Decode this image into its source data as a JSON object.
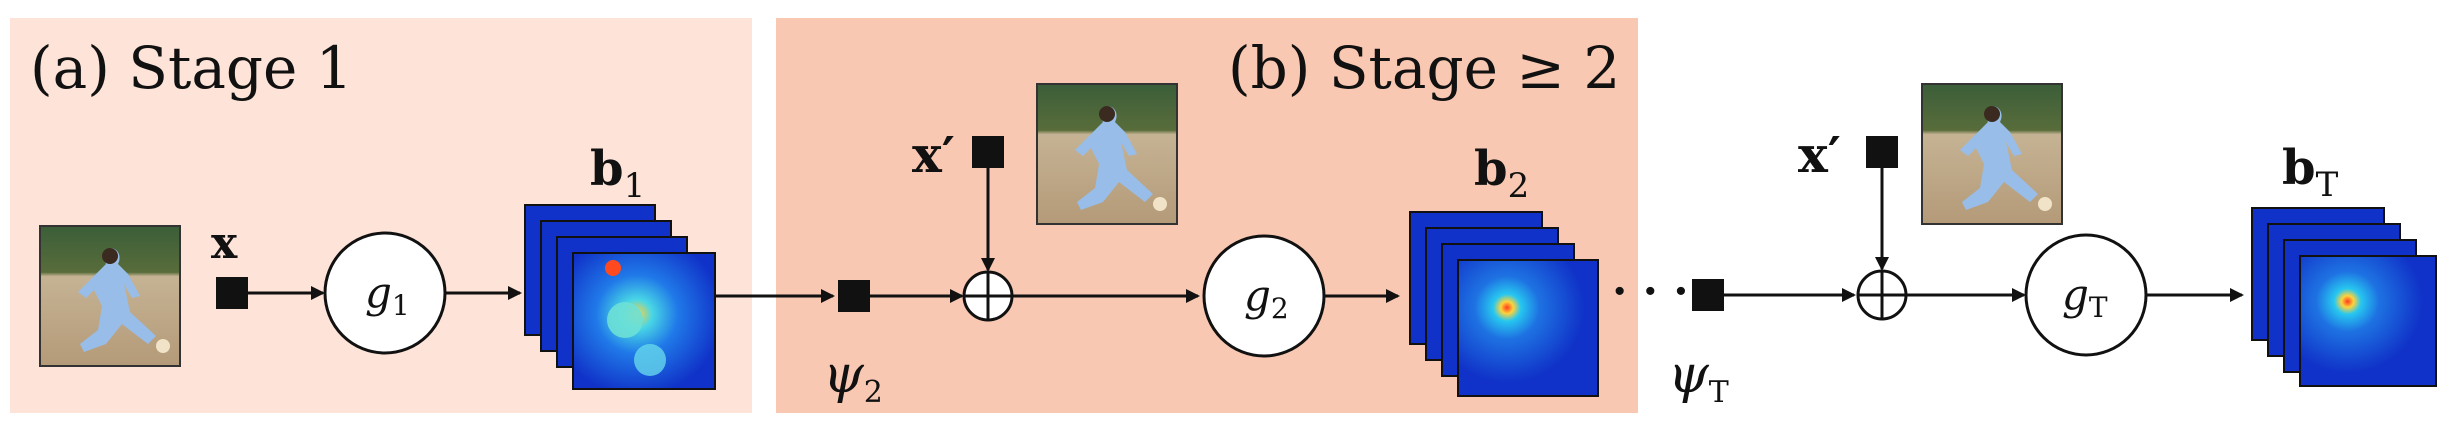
{
  "colors": {
    "stage1_bg": "#fde3d8",
    "stage2_bg": "#f9c8b2",
    "heat_low": "#1032c8",
    "heat_mid": "#27c7f0",
    "heat_high": "#ffd23a"
  },
  "panels": {
    "stage1_title": "(a) Stage 1",
    "stage2_title": "(b) Stage ≥ 2"
  },
  "inputs": {
    "x_label": "x",
    "xprime_label": "x′"
  },
  "functions": {
    "g1_letter": "g",
    "g1_sub": "1",
    "g2_letter": "g",
    "g2_sub": "2",
    "gT_letter": "g",
    "gT_sub": "T"
  },
  "beliefs": {
    "b1_letter": "b",
    "b1_sub": "1",
    "b2_letter": "b",
    "b2_sub": "2",
    "bT_letter": "b",
    "bT_sub": "T"
  },
  "features": {
    "psi2_letter": "ψ",
    "psi2_sub": "2",
    "psiT_letter": "ψ",
    "psiT_sub": "T"
  },
  "ellipsis": "· · ·",
  "icons": {
    "sum": "circled-plus-icon",
    "function_node": "circle-node",
    "input_photo": "athlete-photo-icon",
    "heatmap": "heatmap-stack-icon"
  }
}
